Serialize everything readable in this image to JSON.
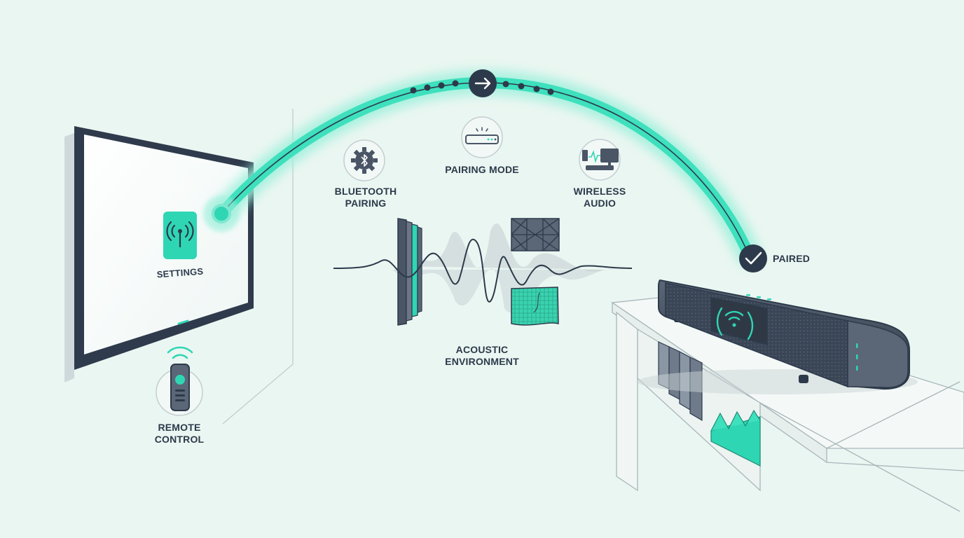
{
  "labels": {
    "settings": "SETTINGS",
    "remote": [
      "REMOTE",
      "CONTROL"
    ],
    "bluetooth": [
      "BLUETOOTH",
      "PAIRING"
    ],
    "pairing_mode": "PAIRING MODE",
    "wireless": [
      "WIRELESS",
      "AUDIO"
    ],
    "acoustic": [
      "ACOUSTIC",
      "ENVIRONMENT"
    ],
    "paired": "PAIRED"
  },
  "icons": {
    "tv_app": "signal-broadcast-icon",
    "remote": "remote-control-icon",
    "bluetooth": "bluetooth-gear-icon",
    "pairing_mode": "router-icon",
    "wireless": "monitor-audio-icon",
    "arc_center": "arrow-right-icon",
    "paired": "checkmark-icon",
    "soundbar": "wifi-icon"
  },
  "colors": {
    "accent": "#2fd6b4",
    "accent_glow": "#9ff0dc",
    "dark": "#2c3a4b",
    "background": "#eaf6f1"
  }
}
